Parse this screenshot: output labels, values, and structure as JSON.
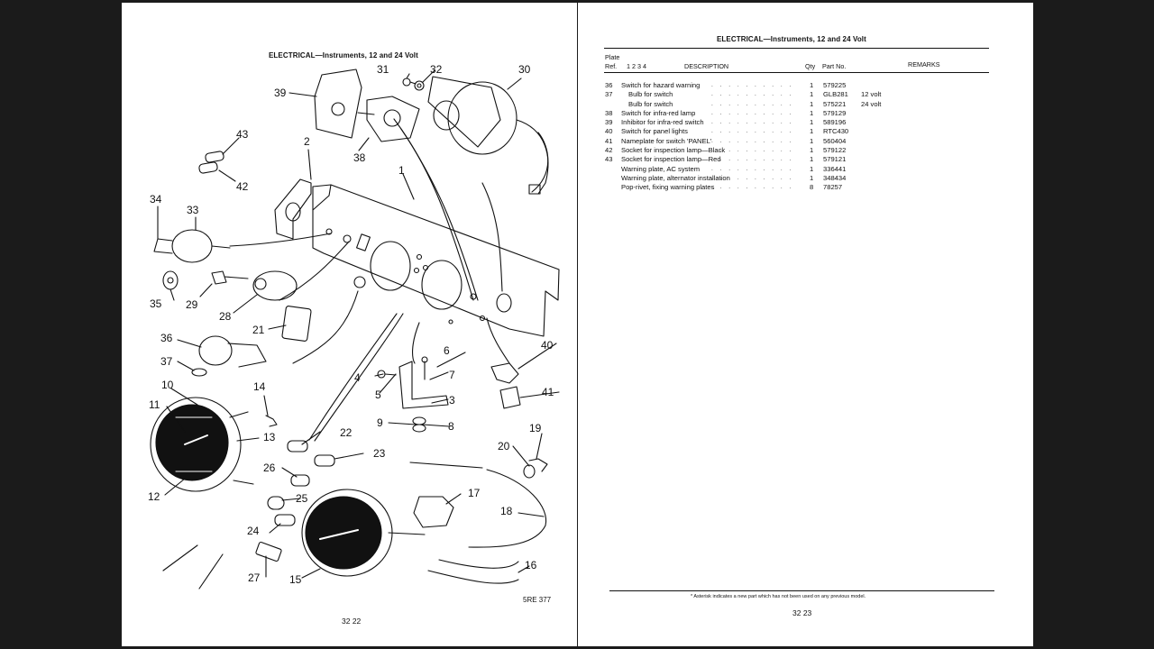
{
  "left_page": {
    "title": "ELECTRICAL—Instruments, 12 and 24 Volt",
    "page_number": "32 22",
    "figure_reference": "5RE 377",
    "callouts": [
      "1",
      "2",
      "3",
      "4",
      "5",
      "6",
      "7",
      "8",
      "9",
      "10",
      "11",
      "12",
      "13",
      "14",
      "15",
      "16",
      "17",
      "18",
      "19",
      "20",
      "21",
      "22",
      "23",
      "24",
      "25",
      "26",
      "27",
      "28",
      "29",
      "30",
      "31",
      "32",
      "33",
      "34",
      "35",
      "36",
      "37",
      "38",
      "39",
      "40",
      "41",
      "42",
      "43"
    ]
  },
  "right_page": {
    "title": "ELECTRICAL—Instruments, 12 and 24 Volt",
    "page_number": "32 23",
    "headers": {
      "plate": "Plate",
      "ref": "Ref.",
      "cols": "1 2 3 4",
      "description": "DESCRIPTION",
      "qty": "Qty",
      "part_no": "Part No.",
      "remarks": "REMARKS"
    },
    "rows": [
      {
        "ref": "36",
        "desc": "Switch for hazard warning",
        "qty": "1",
        "part": "579225",
        "remarks": "",
        "indent": false
      },
      {
        "ref": "37",
        "desc": "Bulb for switch",
        "qty": "1",
        "part": "GLB281",
        "remarks": "12 volt",
        "indent": true
      },
      {
        "ref": "",
        "desc": "Bulb for switch",
        "qty": "1",
        "part": "575221",
        "remarks": "24 volt",
        "indent": true
      },
      {
        "ref": "38",
        "desc": "Switch for infra-red lamp",
        "qty": "1",
        "part": "579129",
        "remarks": "",
        "indent": false
      },
      {
        "ref": "39",
        "desc": "Inhibitor for infra-red switch",
        "qty": "1",
        "part": "589196",
        "remarks": "",
        "indent": false
      },
      {
        "ref": "40",
        "desc": "Switch for panel lights",
        "qty": "1",
        "part": "RTC430",
        "remarks": "",
        "indent": false
      },
      {
        "ref": "41",
        "desc": "Nameplate for switch 'PANEL'",
        "qty": "1",
        "part": "560404",
        "remarks": "",
        "indent": false
      },
      {
        "ref": "42",
        "desc": "Socket for inspection lamp—Black",
        "qty": "1",
        "part": "579122",
        "remarks": "",
        "indent": false
      },
      {
        "ref": "43",
        "desc": "Socket for inspection lamp—Red",
        "qty": "1",
        "part": "579121",
        "remarks": "",
        "indent": false
      },
      {
        "ref": "",
        "desc": "Warning plate, AC system",
        "qty": "1",
        "part": "336441",
        "remarks": "",
        "indent": false
      },
      {
        "ref": "",
        "desc": "Warning plate, alternator installation",
        "qty": "1",
        "part": "348434",
        "remarks": "",
        "indent": false
      },
      {
        "ref": "",
        "desc": "Pop-rivet, fixing warning plates",
        "qty": "8",
        "part": "78257",
        "remarks": "",
        "indent": false
      }
    ],
    "footnote": "* Asterisk indicates a new part which has not been used on any previous model."
  }
}
